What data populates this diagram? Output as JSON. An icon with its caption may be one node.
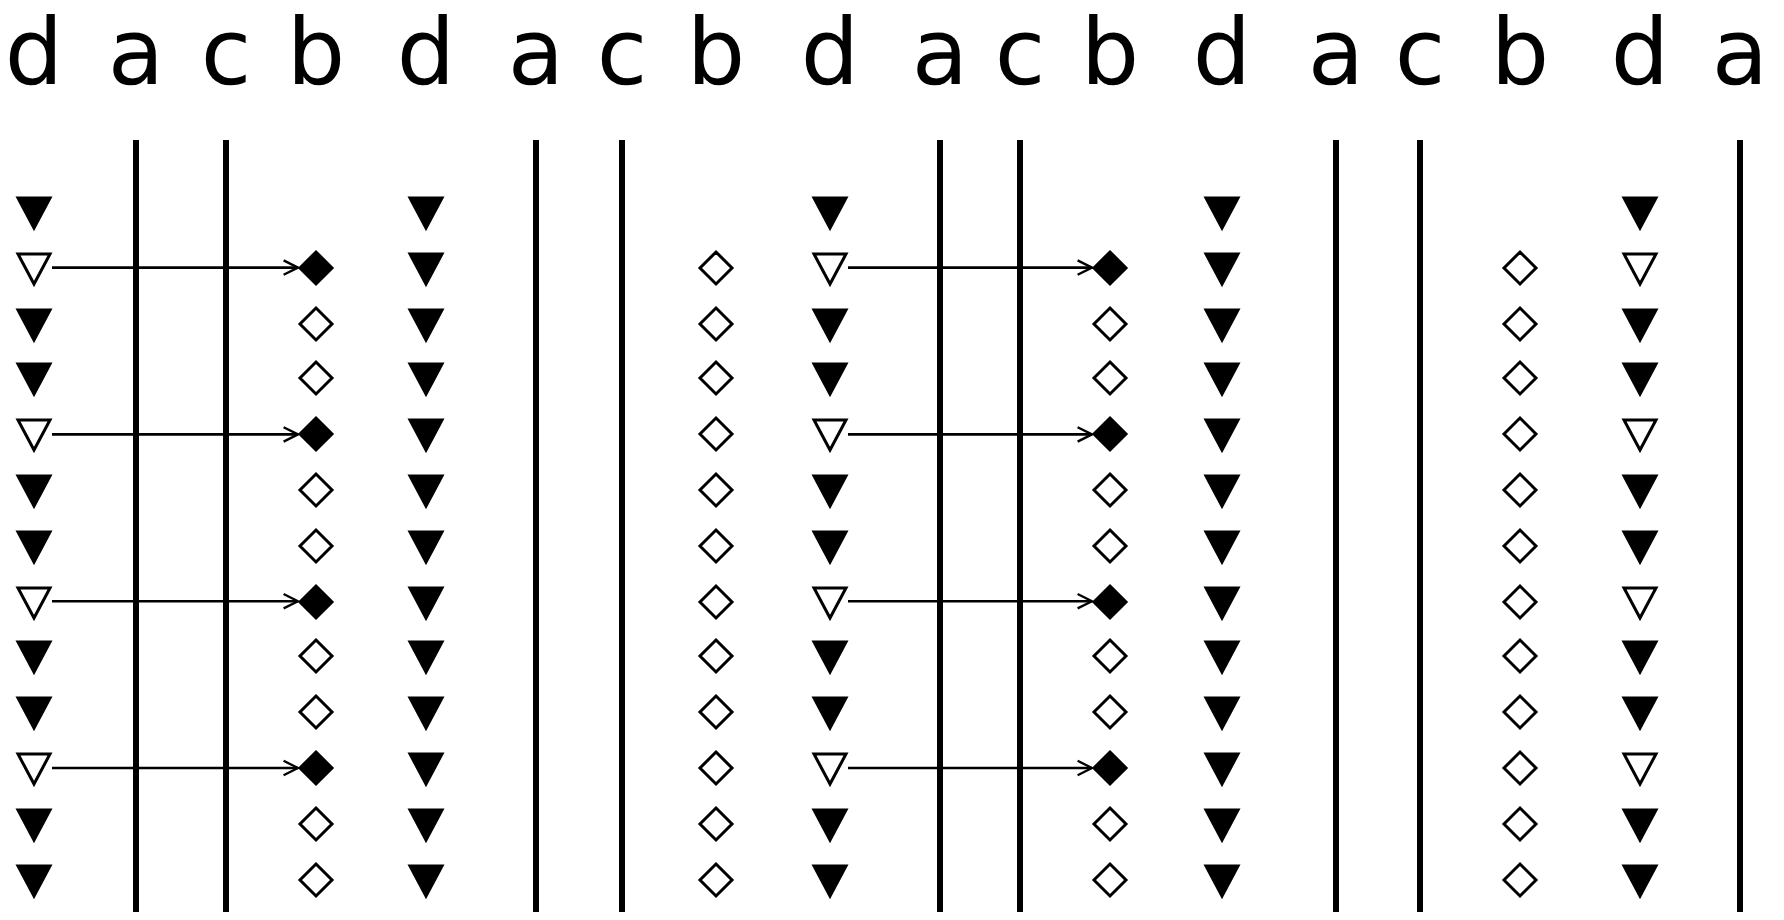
{
  "diagram": {
    "nodes": [
      {
        "text": [],
        "shape": "triangle"
      },
      {
        "text": [],
        "shape": "triangle"
      },
      {
        "text": [],
        "shape": "triangle"
      },
      {
        "text": [],
        "shape": "triangle"
      },
      {
        "text": [],
        "shape": "triangle"
      },
      {
        "text": [],
        "shape": "triangle"
      },
      {
        "text": [],
        "shape": "triangle"
      },
      {
        "text": [],
        "shape": "triangle"
      },
      {
        "text": [],
        "shape": "triangle"
      },
      {
        "text": [],
        "shape": "triangle"
      },
      {
        "text": [],
        "shape": "triangle"
      },
      {
        "text": [],
        "shape": "triangle"
      },
      {
        "text": [],
        "shape": "triangle"
      },
      {
        "text": [],
        "shape": "diamond"
      },
      {
        "text": [],
        "shape": "diamond"
      },
      {
        "text": [],
        "shape": "diamond"
      },
      {
        "text": [],
        "shape": "diamond"
      },
      {
        "text": [],
        "shape": "diamond"
      },
      {
        "text": [],
        "shape": "diamond"
      },
      {
        "text": [],
        "shape": "diamond"
      },
      {
        "text": [],
        "shape": "diamond"
      },
      {
        "text": [],
        "shape": "diamond"
      },
      {
        "text": [],
        "shape": "diamond"
      },
      {
        "text": [],
        "shape": "diamond"
      },
      {
        "text": [],
        "shape": "diamond"
      },
      {
        "text": [],
        "shape": "triangle"
      },
      {
        "text": [],
        "shape": "triangle"
      },
      {
        "text": [],
        "shape": "triangle"
      },
      {
        "text": [],
        "shape": "triangle"
      },
      {
        "text": [],
        "shape": "triangle"
      },
      {
        "text": [],
        "shape": "triangle"
      },
      {
        "text": [],
        "shape": "triangle"
      },
      {
        "text": [],
        "shape": "triangle"
      },
      {
        "text": [],
        "shape": "triangle"
      },
      {
        "text": [],
        "shape": "triangle"
      },
      {
        "text": [],
        "shape": "triangle"
      },
      {
        "text": [],
        "shape": "triangle"
      },
      {
        "text": [],
        "shape": "triangle"
      },
      {
        "text": [],
        "shape": "diamond"
      },
      {
        "text": [],
        "shape": "diamond"
      },
      {
        "text": [],
        "shape": "diamond"
      },
      {
        "text": [],
        "shape": "diamond"
      },
      {
        "text": [],
        "shape": "diamond"
      },
      {
        "text": [],
        "shape": "diamond"
      },
      {
        "text": [],
        "shape": "diamond"
      },
      {
        "text": [],
        "shape": "diamond"
      },
      {
        "text": [],
        "shape": "diamond"
      },
      {
        "text": [],
        "shape": "diamond"
      },
      {
        "text": [],
        "shape": "diamond"
      },
      {
        "text": [],
        "shape": "diamond"
      },
      {
        "text": [],
        "shape": "triangle"
      },
      {
        "text": [],
        "shape": "triangle"
      },
      {
        "text": [],
        "shape": "triangle"
      },
      {
        "text": [],
        "shape": "triangle"
      },
      {
        "text": [],
        "shape": "triangle"
      },
      {
        "text": [],
        "shape": "triangle"
      },
      {
        "text": [],
        "shape": "triangle"
      },
      {
        "text": [],
        "shape": "triangle"
      },
      {
        "text": [],
        "shape": "triangle"
      },
      {
        "text": [],
        "shape": "triangle"
      },
      {
        "text": [],
        "shape": "triangle"
      },
      {
        "text": [],
        "shape": "triangle"
      },
      {
        "text": [],
        "shape": "triangle"
      },
      {
        "text": [],
        "shape": "diamond"
      },
      {
        "text": [],
        "shape": "diamond"
      },
      {
        "text": [],
        "shape": "diamond"
      },
      {
        "text": [],
        "shape": "diamond"
      },
      {
        "text": [],
        "shape": "diamond"
      },
      {
        "text": [],
        "shape": "diamond"
      },
      {
        "text": [],
        "shape": "diamond"
      },
      {
        "text": [],
        "shape": "diamond"
      },
      {
        "text": [],
        "shape": "diamond"
      },
      {
        "text": [],
        "shape": "diamond"
      },
      {
        "text": [],
        "shape": "diamond"
      },
      {
        "text": [],
        "shape": "diamond"
      },
      {
        "text": [],
        "shape": "triangle"
      },
      {
        "text": [],
        "shape": "triangle"
      },
      {
        "text": [],
        "shape": "triangle"
      },
      {
        "text": [],
        "shape": "triangle"
      },
      {
        "text": [],
        "shape": "triangle"
      },
      {
        "text": [],
        "shape": "triangle"
      },
      {
        "text": [],
        "shape": "triangle"
      },
      {
        "text": [],
        "shape": "triangle"
      },
      {
        "text": [],
        "shape": "triangle"
      },
      {
        "text": [],
        "shape": "triangle"
      },
      {
        "text": [],
        "shape": "triangle"
      },
      {
        "text": [],
        "shape": "triangle"
      },
      {
        "text": [],
        "shape": "triangle"
      },
      {
        "text": [],
        "shape": "diamond"
      },
      {
        "text": [],
        "shape": "diamond"
      },
      {
        "text": [],
        "shape": "diamond"
      },
      {
        "text": [],
        "shape": "diamond"
      },
      {
        "text": [],
        "shape": "diamond"
      },
      {
        "text": [],
        "shape": "diamond"
      },
      {
        "text": [],
        "shape": "diamond"
      },
      {
        "text": [],
        "shape": "diamond"
      },
      {
        "text": [],
        "shape": "diamond"
      },
      {
        "text": [],
        "shape": "diamond"
      },
      {
        "text": [],
        "shape": "diamond"
      },
      {
        "text": [],
        "shape": "diamond"
      },
      {
        "text": [],
        "shape": "triangle"
      },
      {
        "text": [],
        "shape": "triangle"
      },
      {
        "text": [],
        "shape": "triangle"
      },
      {
        "text": [],
        "shape": "triangle"
      },
      {
        "text": [],
        "shape": "triangle"
      },
      {
        "text": [],
        "shape": "triangle"
      },
      {
        "text": [],
        "shape": "triangle"
      },
      {
        "text": [],
        "shape": "triangle"
      },
      {
        "text": [],
        "shape": "triangle"
      },
      {
        "text": [],
        "shape": "triangle"
      },
      {
        "text": [],
        "shape": "triangle"
      },
      {
        "text": [],
        "shape": "triangle"
      },
      {
        "text": [],
        "shape": "triangle"
      }
    ],
    "edges": [
      {
        "from": 1,
        "to": 13,
        "arrow": "to"
      },
      {
        "from": 4,
        "to": 16,
        "arrow": "to"
      },
      {
        "from": 7,
        "to": 19,
        "arrow": "to"
      },
      {
        "from": 10,
        "to": 22,
        "arrow": "to"
      },
      {
        "from": 51,
        "to": 63,
        "arrow": "to"
      },
      {
        "from": 54,
        "to": 66,
        "arrow": "to"
      },
      {
        "from": 57,
        "to": 69,
        "arrow": "to"
      },
      {
        "from": 60,
        "to": 72,
        "arrow": "to"
      }
    ],
    "labels": [
      "d",
      "a",
      "c",
      "b",
      "d",
      "a",
      "c",
      "b",
      "d",
      "a",
      "c",
      "b",
      "d",
      "a",
      "c",
      "b",
      "d",
      "a"
    ]
  }
}
